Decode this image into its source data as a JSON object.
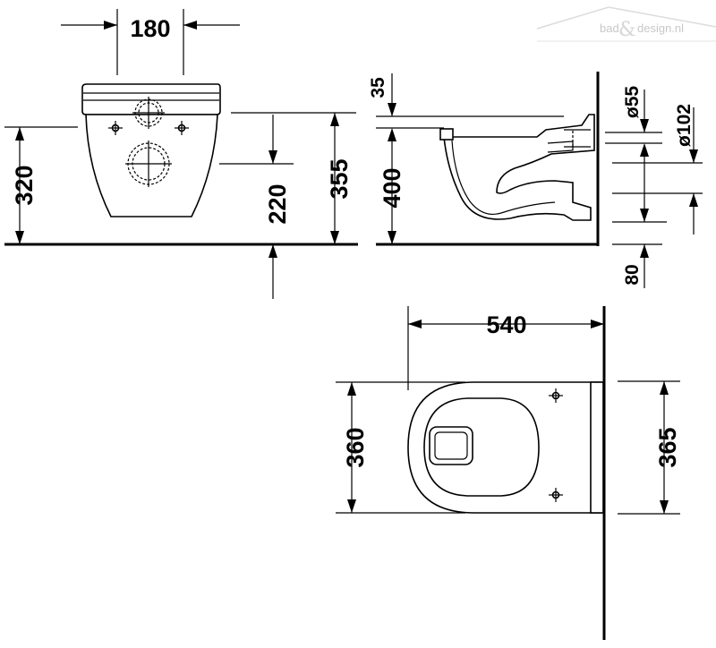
{
  "watermark": {
    "brand_left": "bad",
    "brand_amp": "&",
    "brand_right": "design.nl"
  },
  "front_view": {
    "width_top": "180",
    "height_left": "320",
    "height_inner": "220",
    "height_right": "355"
  },
  "side_view": {
    "top_offset": "35",
    "height": "400",
    "pipe_small": "ø55",
    "pipe_large": "ø102",
    "bottom_offset": "80"
  },
  "top_view": {
    "depth": "540",
    "width_bowl": "360",
    "width_plate": "365"
  }
}
